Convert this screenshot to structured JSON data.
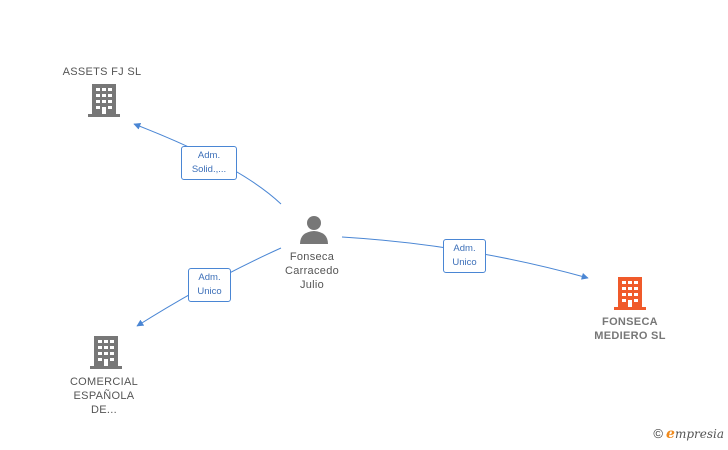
{
  "nodes": {
    "assets": {
      "label": "ASSETS FJ SL",
      "icon": "building-icon",
      "color": "#777777"
    },
    "comercial": {
      "label": "COMERCIAL\nESPAÑOLA\nDE...",
      "icon": "building-icon",
      "color": "#777777"
    },
    "person": {
      "label": "Fonseca\nCarracedo\nJulio",
      "icon": "person-icon",
      "color": "#777777"
    },
    "fonseca": {
      "label": "FONSECA\nMEDIERO  SL",
      "icon": "building-icon",
      "color": "#f05a2a"
    }
  },
  "edges": {
    "to_assets": {
      "line1": "Adm.",
      "line2": "Solid.,..."
    },
    "to_comercial": {
      "line1": "Adm.",
      "line2": "Unico"
    },
    "to_fonseca": {
      "line1": "Adm.",
      "line2": "Unico"
    }
  },
  "edge_color": "#4a86d4",
  "brand": {
    "copyright": "©",
    "initial": "e",
    "name": "mpresia"
  }
}
